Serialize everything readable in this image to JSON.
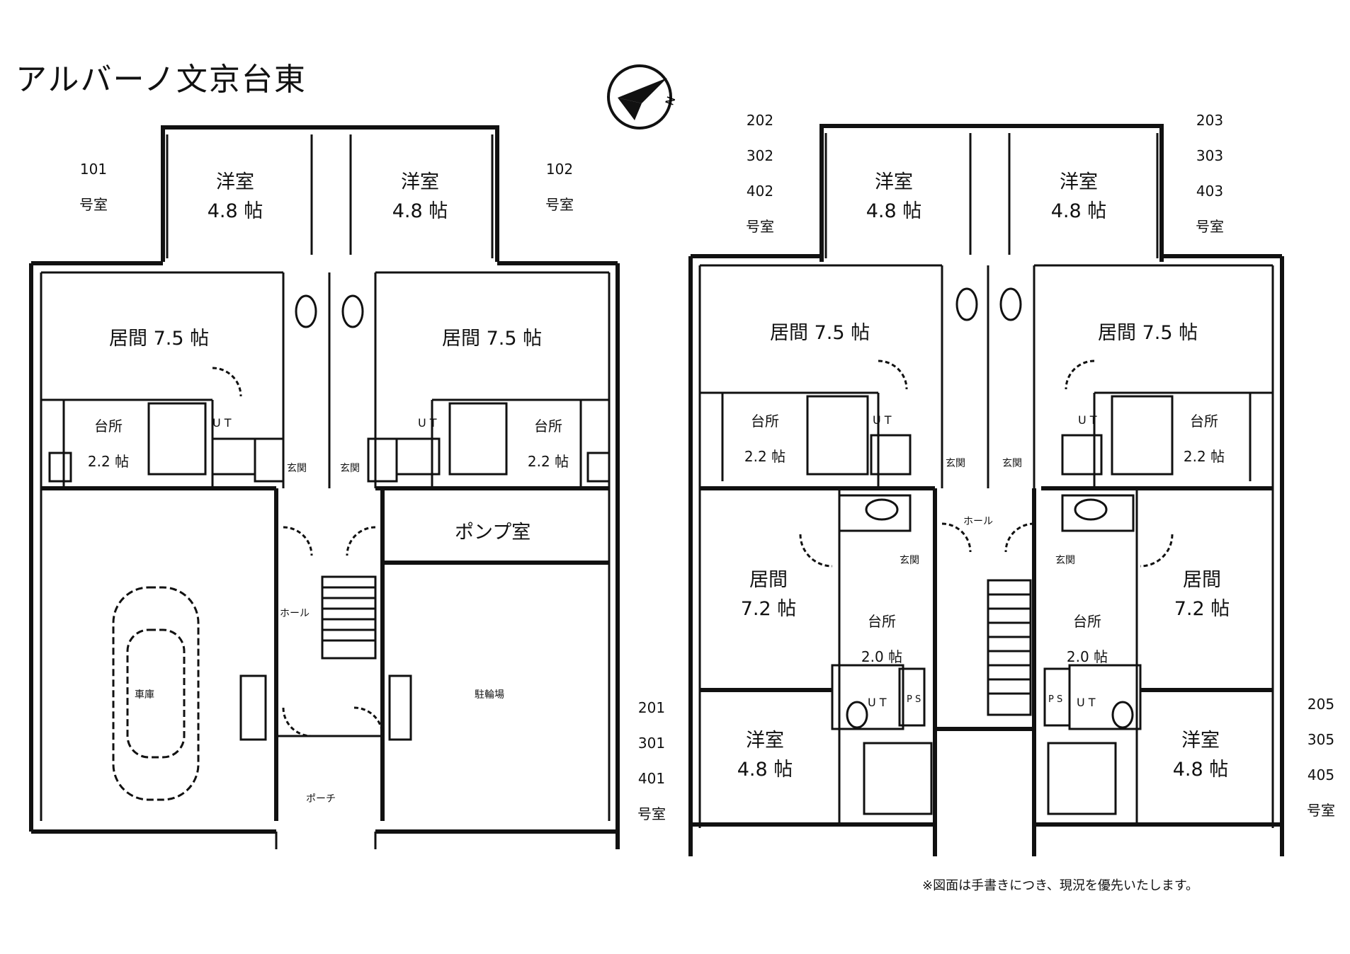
{
  "title": "アルバーノ文京台東",
  "north_label": "N",
  "icons": {
    "compass": "north-arrow-icon",
    "car": "car-icon",
    "toilet": "toilet-icon",
    "bathtub": "bathtub-icon",
    "stairs": "stairs-icon"
  },
  "units_left": {
    "u101": [
      "101",
      "号室"
    ],
    "u102": [
      "102",
      "号室"
    ]
  },
  "units_right": {
    "u202": [
      "202",
      "302",
      "402",
      "号室"
    ],
    "u203": [
      "203",
      "303",
      "403",
      "号室"
    ],
    "u201": [
      "201",
      "301",
      "401",
      "号室"
    ],
    "u205": [
      "205",
      "305",
      "405",
      "号室"
    ]
  },
  "rooms": {
    "yoshitsu": "洋室",
    "size_48": "4.8 帖",
    "living_75": "居間 7.5 帖",
    "kitchen": "台所",
    "size_22": "2.2 帖",
    "size_20": "2.0 帖",
    "living": "居間",
    "size_72": "7.2 帖",
    "pump": "ポンプ室",
    "hall": "ホール",
    "porch": "ポーチ",
    "parking": "駐輪場",
    "carport": "車庫",
    "ut": "U T",
    "entrance": "玄関",
    "ps": "P S"
  },
  "note": "※図面は手書きにつき、現況を優先いたします。"
}
